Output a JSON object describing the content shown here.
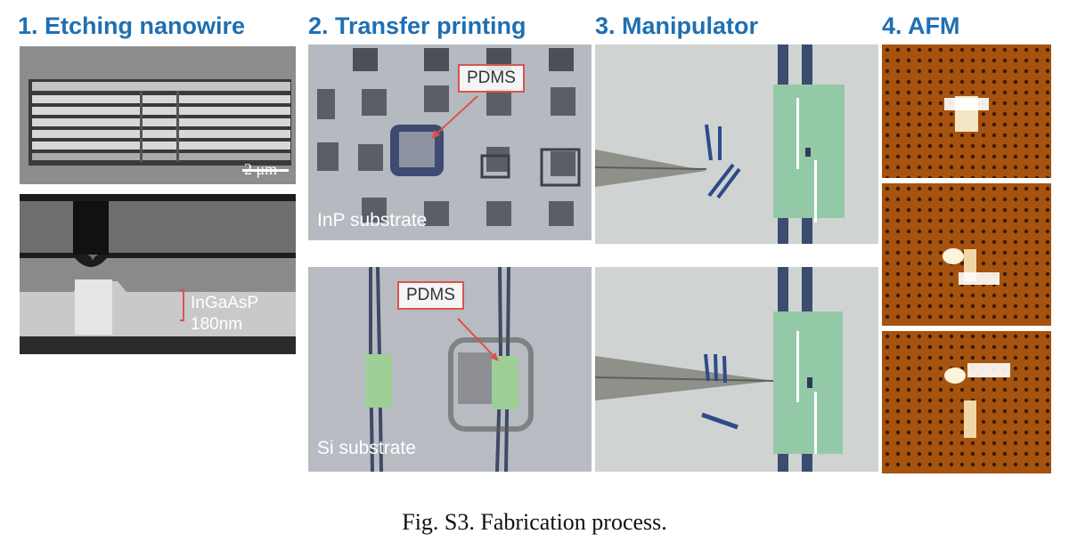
{
  "headings": {
    "step1": "1. Etching nanowire",
    "step2": "2. Transfer printing",
    "step3": "3. Manipulator",
    "step4": "4. AFM"
  },
  "panels": {
    "sem_top_scale": "2 μm",
    "sem_bottom_material": "InGaAsP",
    "sem_bottom_thickness": "180nm",
    "tp_top_pdms": "PDMS",
    "tp_top_substrate": "InP substrate",
    "tp_bottom_pdms": "PDMS",
    "tp_bottom_substrate": "Si substrate"
  },
  "caption": "Fig. S3.  Fabrication process.",
  "colors": {
    "heading": "#1f6fb2",
    "pdms_box": "#d9534f",
    "afm_bg": "#a5530f"
  }
}
